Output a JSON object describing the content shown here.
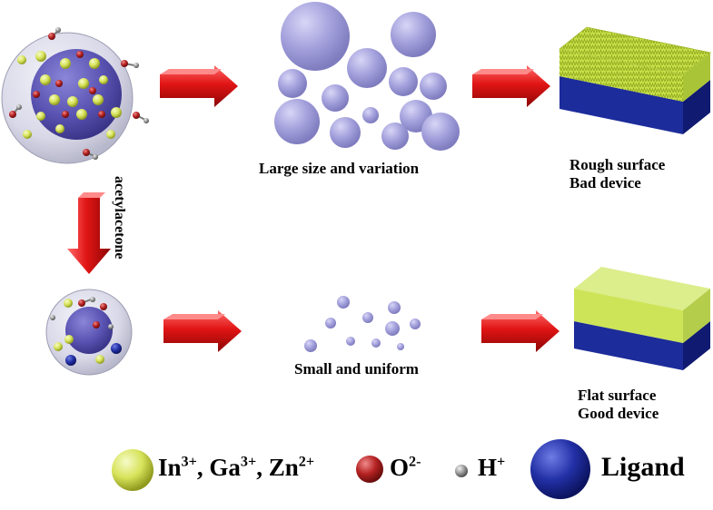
{
  "labels": {
    "large": "Large size and variation",
    "rough_1": "Rough surface",
    "rough_2": "Bad device",
    "agent": "acetylacetone",
    "small": "Small and uniform",
    "flat_1": "Flat surface",
    "flat_2": "Good device"
  },
  "legend": {
    "metal": {
      "text": "In",
      "sup1": "3+",
      "text2": ", Ga",
      "sup2": "3+",
      "text3": ", Zn",
      "sup3": "2+"
    },
    "oxygen": {
      "text": "O",
      "sup": "2-"
    },
    "hydrogen": {
      "text": "H",
      "sup": "+"
    },
    "ligand": "Ligand"
  },
  "colors": {
    "metal_ion": "#d7e35a",
    "oxygen_ion": "#b52222",
    "hydrogen_ion": "#9a9a9a",
    "ligand": "#2230a6",
    "particle": "#a3a0dc",
    "arrow": "#d41212",
    "film_top": "#c9e24a",
    "substrate": "#1c2c9a"
  },
  "icons": {
    "arrow": "red-3d-arrow-icon",
    "particle": "lavender-sphere-icon"
  }
}
